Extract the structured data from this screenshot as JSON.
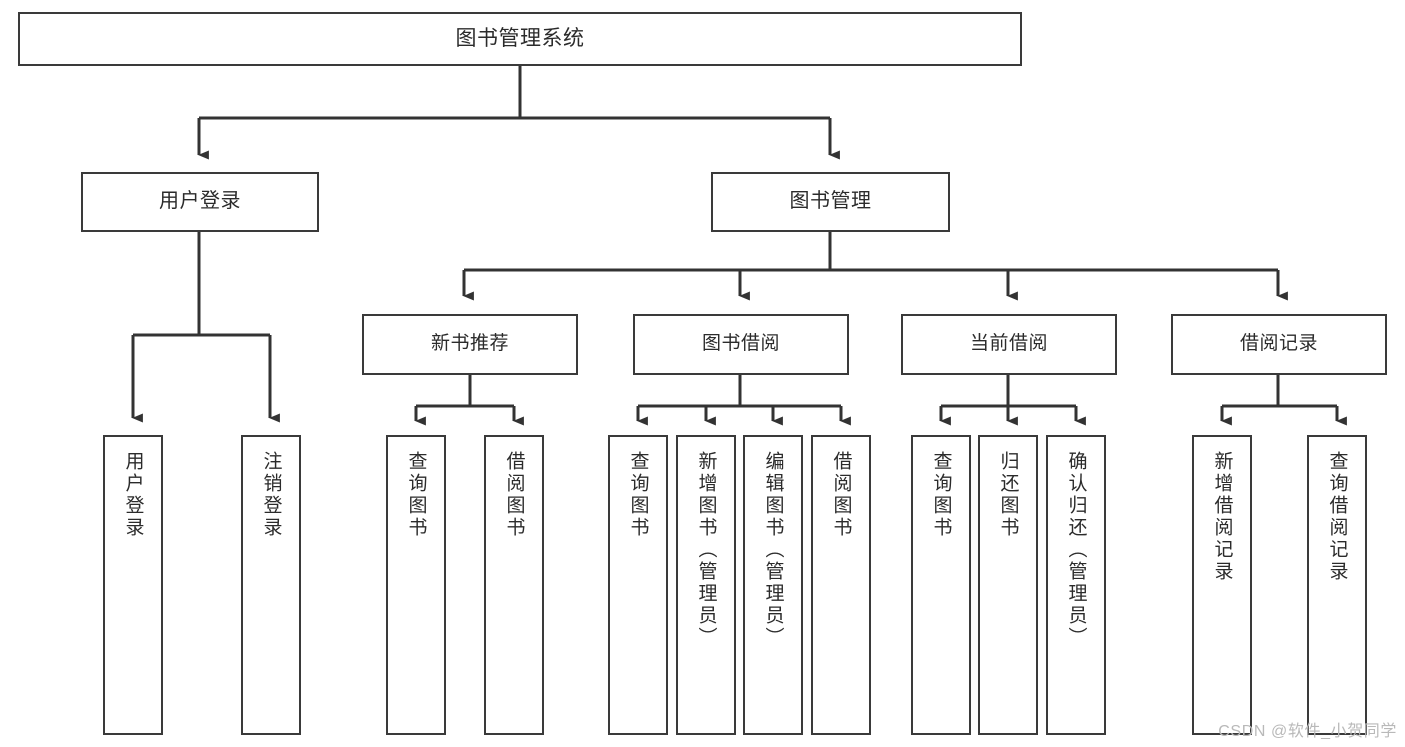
{
  "diagram": {
    "title": "图书管理系统",
    "watermark": "CSDN @软件_小贺同学",
    "colors": {
      "box_border": "#3a3a3a",
      "box_fill": "#ffffff",
      "connector": "#333333",
      "text": "#2b2b2b",
      "watermark": "#b9b9b9",
      "background": "#ffffff"
    },
    "root": {
      "id": "root",
      "label": "图书管理系统",
      "orientation": "horizontal"
    },
    "level2": [
      {
        "id": "user-login",
        "label": "用户登录",
        "orientation": "horizontal"
      },
      {
        "id": "book-manage",
        "label": "图书管理",
        "orientation": "horizontal"
      }
    ],
    "level3": [
      {
        "id": "new-book-recommend",
        "label": "新书推荐",
        "orientation": "horizontal",
        "parent": "book-manage"
      },
      {
        "id": "book-borrow",
        "label": "图书借阅",
        "orientation": "horizontal",
        "parent": "book-manage"
      },
      {
        "id": "current-borrow",
        "label": "当前借阅",
        "orientation": "horizontal",
        "parent": "book-manage"
      },
      {
        "id": "borrow-record",
        "label": "借阅记录",
        "orientation": "horizontal",
        "parent": "book-manage"
      }
    ],
    "leaves": [
      {
        "id": "leaf-user-login",
        "label": "用户登录",
        "orientation": "vertical",
        "parent": "user-login"
      },
      {
        "id": "leaf-user-logout",
        "label": "注销登录",
        "orientation": "vertical",
        "parent": "user-login"
      },
      {
        "id": "leaf-query-book-1",
        "label": "查询图书",
        "orientation": "vertical",
        "parent": "new-book-recommend"
      },
      {
        "id": "leaf-borrow-book-1",
        "label": "借阅图书",
        "orientation": "vertical",
        "parent": "new-book-recommend"
      },
      {
        "id": "leaf-query-book-2",
        "label": "查询图书",
        "orientation": "vertical",
        "parent": "book-borrow"
      },
      {
        "id": "leaf-add-book",
        "label": "新增图书（管理员）",
        "orientation": "vertical",
        "parent": "book-borrow"
      },
      {
        "id": "leaf-edit-book",
        "label": "编辑图书（管理员）",
        "orientation": "vertical",
        "parent": "book-borrow"
      },
      {
        "id": "leaf-borrow-book-2",
        "label": "借阅图书",
        "orientation": "vertical",
        "parent": "book-borrow"
      },
      {
        "id": "leaf-query-book-3",
        "label": "查询图书",
        "orientation": "vertical",
        "parent": "current-borrow"
      },
      {
        "id": "leaf-return-book",
        "label": "归还图书",
        "orientation": "vertical",
        "parent": "current-borrow"
      },
      {
        "id": "leaf-confirm-return",
        "label": "确认归还（管理员）",
        "orientation": "vertical",
        "parent": "current-borrow"
      },
      {
        "id": "leaf-add-record",
        "label": "新增借阅记录",
        "orientation": "vertical",
        "parent": "borrow-record"
      },
      {
        "id": "leaf-query-record",
        "label": "查询借阅记录",
        "orientation": "vertical",
        "parent": "borrow-record"
      }
    ]
  }
}
